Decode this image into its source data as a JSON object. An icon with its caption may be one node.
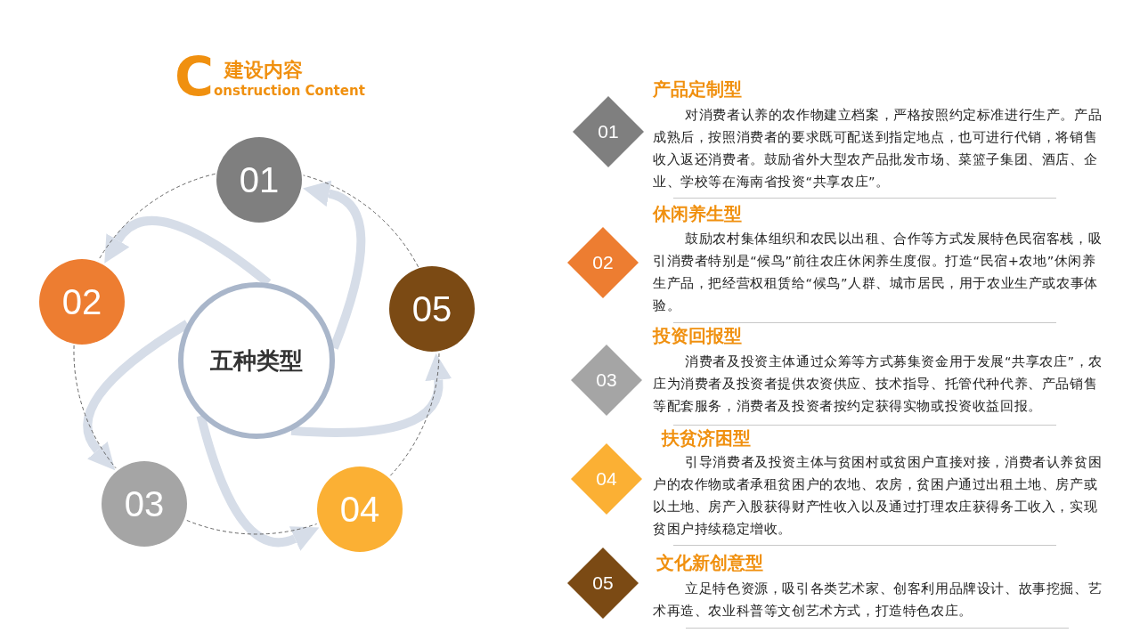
{
  "diagram": {
    "title": "建设内容",
    "nodes": [
      {
        "text": [
          "五种类型"
        ]
      },
      {
        "text": [
          "01"
        ]
      },
      {
        "text": [
          "02"
        ]
      },
      {
        "text": [
          "03"
        ]
      },
      {
        "text": [
          "04"
        ]
      },
      {
        "text": [
          "05"
        ]
      },
      {
        "text": [
          "01"
        ],
        "beside": [
          "产品定制型",
          "对消费者认养的农作物建立档案，严格按照约定标准进行生产。产品成熟后，按照消费者的要求既可配送到指定地点，也可进行代销，将销售收入返还消费者。鼓励省外大型农产品批发市场、菜篮子集团、酒店、企业、学校等在海南省投资“共享农庄”。"
        ]
      },
      {
        "text": [
          "02"
        ],
        "beside": [
          "休闲养生型",
          "鼓励农村集体组织和农民以出租、合作等方式发展特色民宿客栈，吸引消费者特别是“候鸟”前往农庄休闲养生度假。打造“民宿+农地”休闲养生产品，把经营权租赁给“候鸟”人群、城市居民，用于农业生产或农事体验。"
        ]
      },
      {
        "text": [
          "03"
        ],
        "beside": [
          "投资回报型",
          "消费者及投资主体通过众筹等方式募集资金用于发展“共享农庄”，农庄为消费者及投资者提供农资供应、技术指导、托管代种代养、产品销售等配套服务，消费者及投资者按约定获得实物或投资收益回报。"
        ]
      },
      {
        "text": [
          "04"
        ],
        "beside": [
          "扶贫济困型",
          "引导消费者及投资主体与贫困村或贫困户直接对接，消费者认养贫困户的农作物或者承租贫困户的农地、农房，贫困户通过出租土地、房产或以土地、房产入股获得财产性收入以及通过打理农庄获得务工收入，实现贫困户持续稳定增收。"
        ]
      },
      {
        "text": [
          "05"
        ],
        "beside": [
          "文化新创意型",
          "立足特色资源，吸引各类艺术家、创客利用品牌设计、故事挖掘、艺术再造、农业科普等文创艺术方式，打造特色农庄。"
        ]
      }
    ],
    "edges": [
      {
        "from": 0,
        "to": 1,
        "arrow": "to",
        "style": "thick"
      },
      {
        "from": 0,
        "to": 2,
        "arrow": "to",
        "style": "thick"
      },
      {
        "from": 0,
        "to": 3,
        "arrow": "to",
        "style": "thick"
      },
      {
        "from": 0,
        "to": 4,
        "arrow": "to",
        "style": "thick"
      },
      {
        "from": 0,
        "to": 5,
        "arrow": "to",
        "style": "thick"
      },
      {
        "from": 1,
        "to": 2,
        "arrow": "none",
        "style": "dashed",
        "color": "#666666"
      },
      {
        "from": 2,
        "to": 3,
        "arrow": "none",
        "style": "dashed",
        "color": "#666666"
      },
      {
        "from": 3,
        "to": 4,
        "arrow": "none",
        "style": "dashed",
        "color": "#666666"
      },
      {
        "from": 4,
        "to": 5,
        "arrow": "none",
        "style": "dashed",
        "color": "#666666"
      },
      {
        "from": 5,
        "to": 1,
        "arrow": "none",
        "style": "dashed",
        "color": "#666666"
      }
    ],
    "labels": [
      "Construction Content"
    ]
  }
}
